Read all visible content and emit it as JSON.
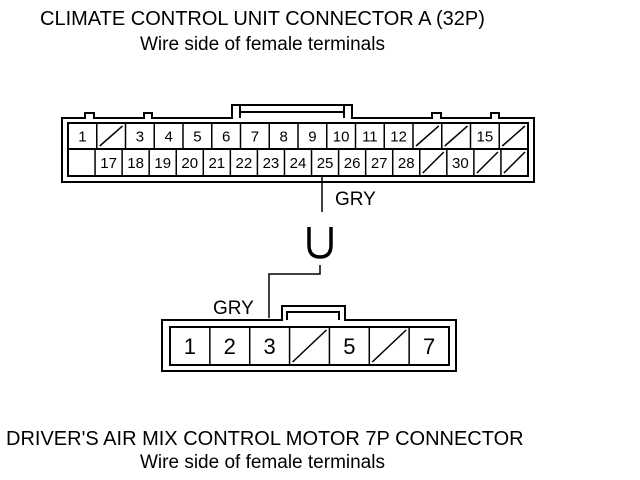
{
  "connector_a": {
    "title": "CLIMATE CONTROL UNIT CONNECTOR A (32P)",
    "subtitle": "Wire side of female terminals",
    "top_row": [
      "1",
      "/",
      "3",
      "4",
      "5",
      "6",
      "7",
      "8",
      "9",
      "10",
      "11",
      "12",
      "/",
      "/",
      "15",
      "/"
    ],
    "bottom_row": [
      "",
      "17",
      "18",
      "19",
      "20",
      "21",
      "22",
      "23",
      "24",
      "25",
      "26",
      "27",
      "28",
      "/",
      "30",
      "/",
      "/"
    ]
  },
  "wire_upper": {
    "color_label": "GRY"
  },
  "wire_lower": {
    "color_label": "GRY"
  },
  "connector_b": {
    "title": "DRIVER'S AIR MIX CONTROL MOTOR 7P CONNECTOR",
    "subtitle": "Wire side of female terminals",
    "pins": [
      "1",
      "2",
      "3",
      "/",
      "5",
      "/",
      "7"
    ]
  }
}
